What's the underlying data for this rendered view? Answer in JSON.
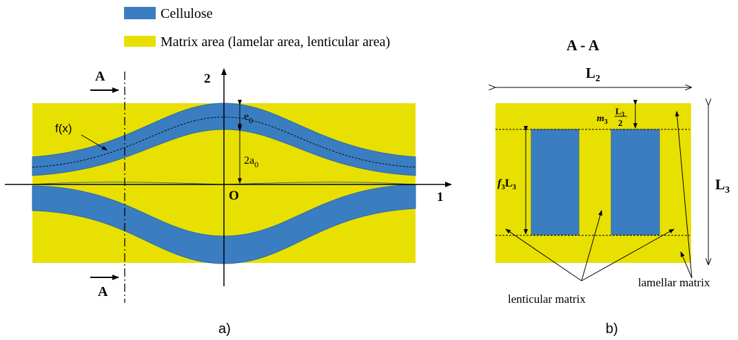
{
  "legend": {
    "cellulose": "Cellulose",
    "matrix": "Matrix area (lamelar area, lenticular area)"
  },
  "colors": {
    "cellulose": "#3a7dc1",
    "matrix": "#e8e000",
    "cellulose_edge": "#2f6aa3"
  },
  "panel_a": {
    "section_label_top": "A",
    "section_label_bottom": "A",
    "axis_2": "2",
    "axis_1": "1",
    "origin": "O",
    "func_label": "f(x)",
    "e0_main": "e",
    "e0_sub": "0",
    "a0_pre": "2a",
    "a0_sub": "0",
    "caption": "a)"
  },
  "panel_b": {
    "title": "A - A",
    "L2_main": "L",
    "L2_sub": "2",
    "L3_main": "L",
    "L3_sub": "3",
    "f3L3_f": "f",
    "f3L3_sub1": "3",
    "f3L3_L": "L",
    "f3L3_sub2": "3",
    "m3_m": "m",
    "m3_sub": "3",
    "frac_num_L": "L",
    "frac_num_sub": "3",
    "frac_den": "2",
    "lenticular_label": "lenticular matrix",
    "lamellar_label": "lamellar matrix",
    "caption": "b)"
  }
}
